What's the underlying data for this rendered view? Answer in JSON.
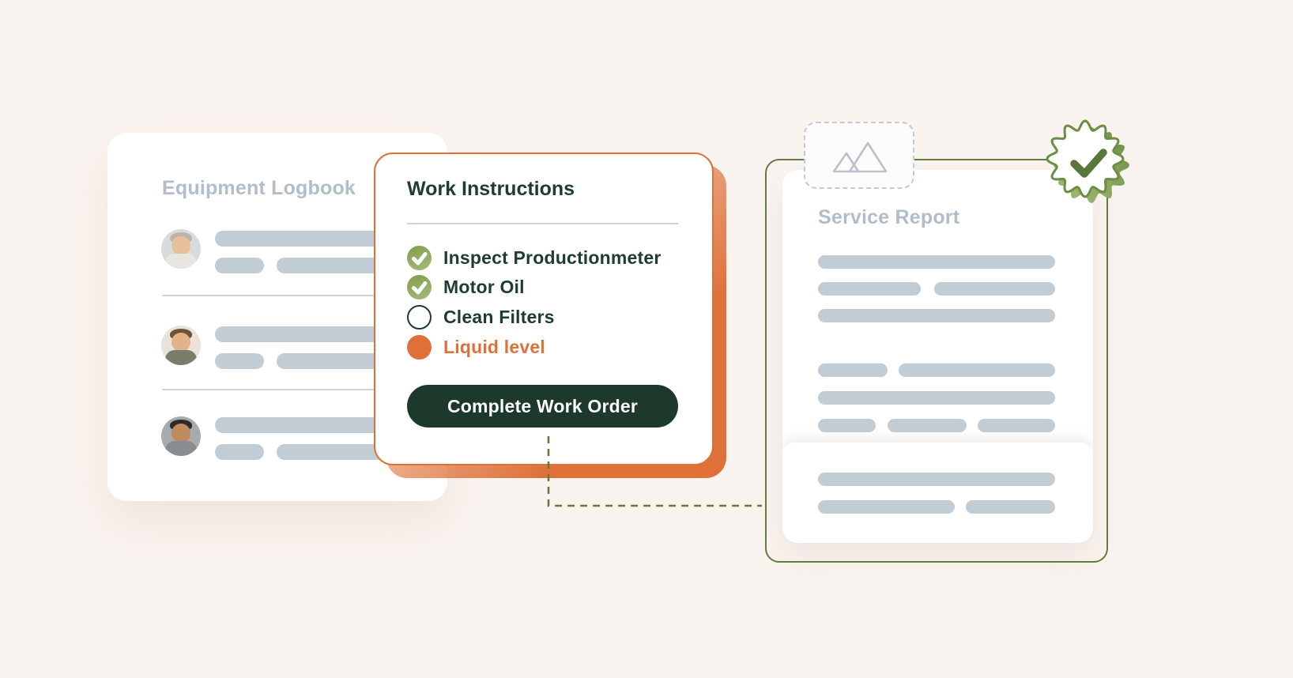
{
  "colors": {
    "background": "#FAF4F0",
    "card_background": "#FFFFFF",
    "placeholder_bar": "#C2CCD5",
    "muted_title": "#B1BDC9",
    "divider": "#CBD3DA",
    "orange_accent": "#DF7038",
    "dark_green_text": "#1E3C2F",
    "button_background": "#1C392C",
    "button_text": "#FFFFFF",
    "check_green": "#7E9C4B",
    "check_green_light": "#A3BA78",
    "connector_green": "#5F7E3D",
    "seal_green": "#6B8E44",
    "seal_check_green": "#56793B"
  },
  "logbook_card": {
    "title": "Equipment Logbook",
    "rows": [
      {
        "avatar": "man-gray-hair"
      },
      {
        "avatar": "man-glasses"
      },
      {
        "avatar": "man-dark-hair"
      }
    ]
  },
  "work_card": {
    "title": "Work Instructions",
    "checklist": [
      {
        "label": "Inspect Productionmeter",
        "state": "checked"
      },
      {
        "label": "Motor Oil",
        "state": "checked"
      },
      {
        "label": "Clean Filters",
        "state": "unchecked"
      },
      {
        "label": "Liquid level",
        "state": "highlighted"
      }
    ],
    "button_label": "Complete Work Order"
  },
  "report_card": {
    "title": "Service Report",
    "badge": "approved-seal",
    "placeholder": "image-placeholder"
  }
}
